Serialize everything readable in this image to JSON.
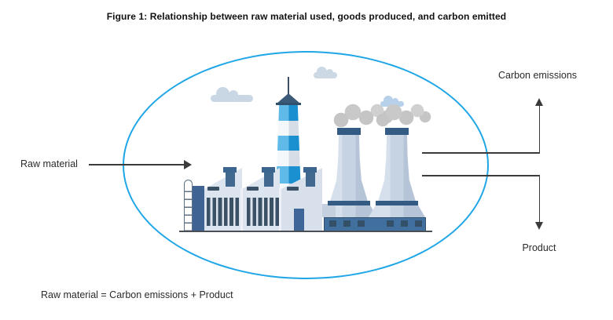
{
  "figure": {
    "title": "Figure 1: Relationship between raw material used, goods produced, and carbon emitted",
    "equation": "Raw material = Carbon emissions + Product"
  },
  "labels": {
    "raw_material": "Raw material",
    "carbon_emissions": "Carbon emissions",
    "product": "Product"
  },
  "illustration": {
    "icons": [
      "factory-icon",
      "striped-chimney-icon",
      "cooling-tower-icon",
      "smoke-icon",
      "cloud-icon",
      "silo-icon",
      "ladder-icon"
    ],
    "arrows": [
      {
        "name": "raw-material-arrow",
        "direction": "right"
      },
      {
        "name": "carbon-emissions-arrow",
        "direction": "up"
      },
      {
        "name": "product-arrow",
        "direction": "down"
      }
    ]
  },
  "colors": {
    "ellipse_stroke": "#1fa6e6",
    "arrow": "#3b3b3b",
    "text": "#2b2b2b",
    "chimney_blue": "#1b9de0",
    "factory_wall": "#dce4ef",
    "dark_blue": "#3f6699",
    "tower_light": "#d6e0ec",
    "tower_shade": "#b6c4d7",
    "base_blue": "#41709f",
    "smoke_gray": "#c5c5c5",
    "cloud": "#c9d6e4"
  }
}
